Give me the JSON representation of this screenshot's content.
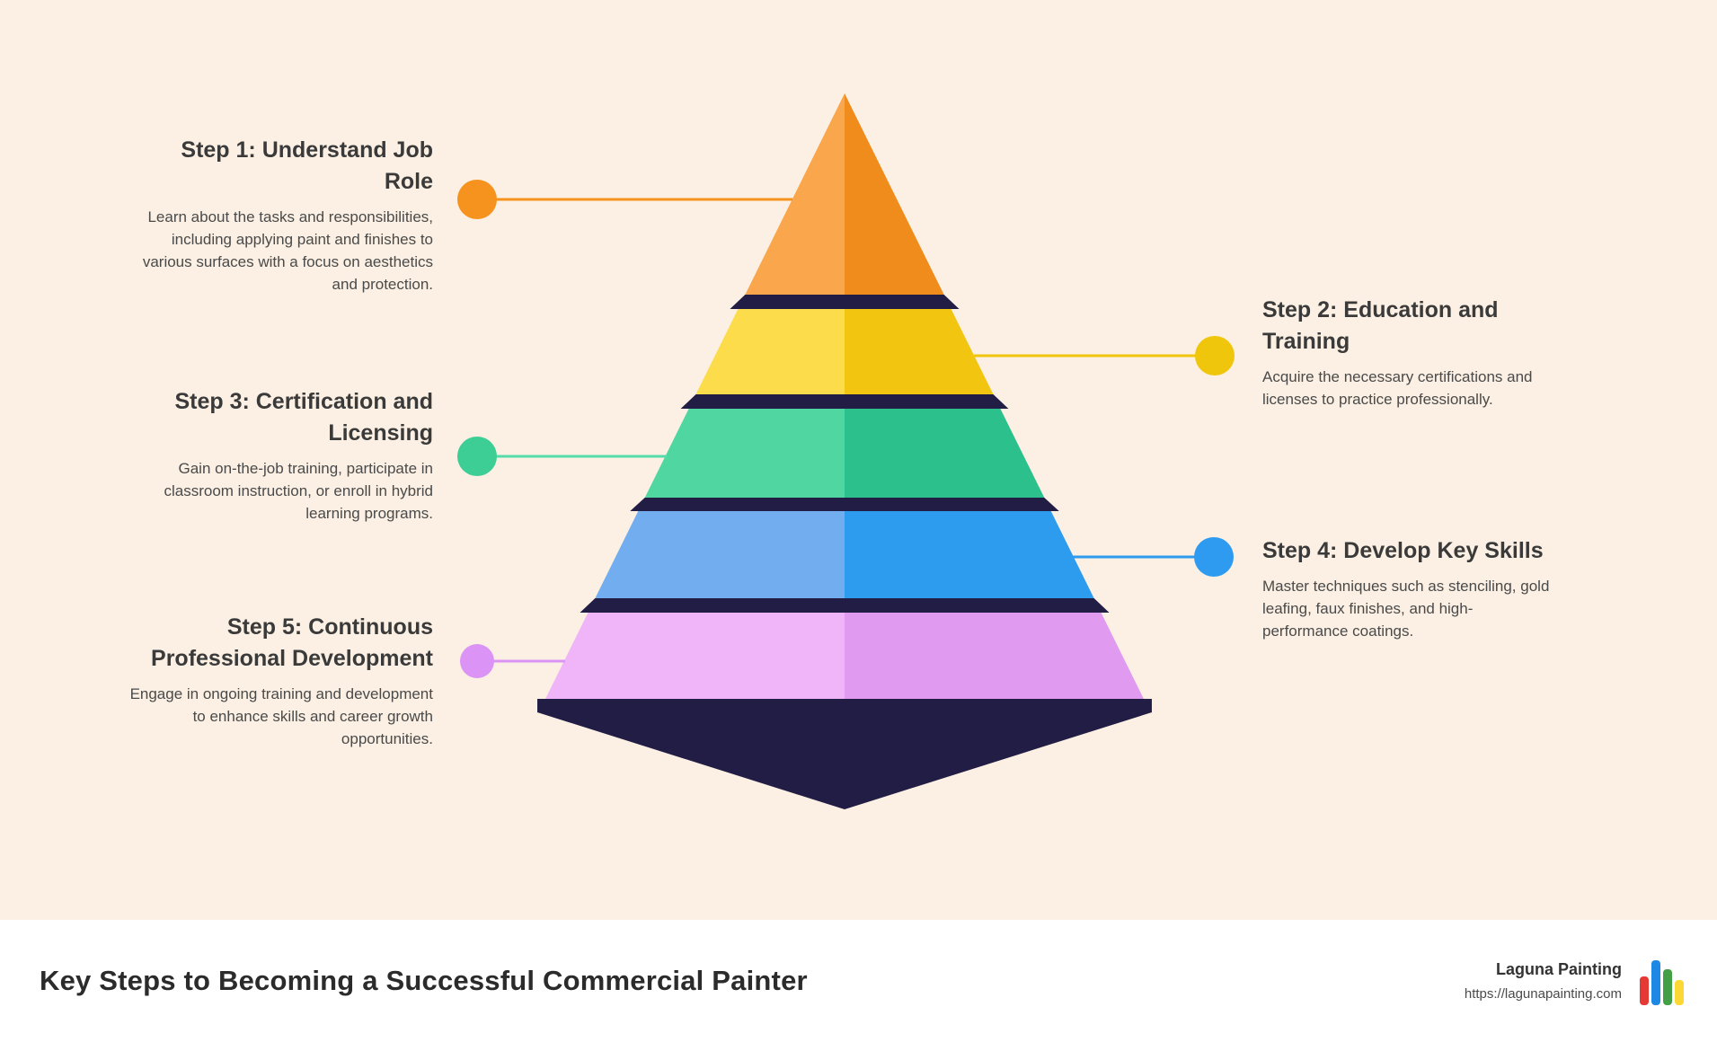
{
  "canvas": {
    "background": "#FBF0E3"
  },
  "steps": [
    {
      "title": "Step 1: Understand Job Role",
      "body": "Learn about the tasks and responsibilities, including applying paint and finishes to various surfaces with a focus on aesthetics and protection.",
      "side": "left",
      "colors": {
        "dot": "#F6921E",
        "line": "#F6921E",
        "face_light": "#F9A64D",
        "face_dark": "#F08C1B"
      }
    },
    {
      "title": "Step 2: Education and Training",
      "body": "Acquire the necessary certifications and licenses to practice professionally.",
      "side": "right",
      "colors": {
        "dot": "#F0C60C",
        "line": "#F0C60C",
        "face_light": "#FCDC4A",
        "face_dark": "#F2C511"
      }
    },
    {
      "title": "Step 3: Certification and Licensing",
      "body": "Gain on-the-job training, participate in classroom instruction, or enroll in hybrid learning programs.",
      "side": "left",
      "colors": {
        "dot": "#3DCE96",
        "line": "#56DCAA",
        "face_light": "#4FD6A1",
        "face_dark": "#2CC08C"
      }
    },
    {
      "title": "Step 4: Develop Key Skills",
      "body": "Master techniques such as stenciling, gold leafing, faux finishes, and high-performance coatings.",
      "side": "right",
      "colors": {
        "dot": "#2E9BF0",
        "line": "#2E9BF0",
        "face_light": "#72AEEF",
        "face_dark": "#2D9CEE"
      }
    },
    {
      "title": "Step 5: Continuous Professional Development",
      "body": "Engage in ongoing training and development to enhance skills and career growth opportunities.",
      "side": "left",
      "colors": {
        "dot": "#DB93F5",
        "line": "#DB93F5",
        "face_light": "#F0B4F8",
        "face_dark": "#E09AF0"
      }
    }
  ],
  "pyramid": {
    "band_color": "#211D44"
  },
  "footer": {
    "title": "Key Steps to Becoming a Successful Commercial Painter",
    "brand": "Laguna Painting",
    "url": "https://lagunapainting.com",
    "logo_colors": [
      "#E53935",
      "#1E88E5",
      "#43A047",
      "#FDD835"
    ]
  }
}
